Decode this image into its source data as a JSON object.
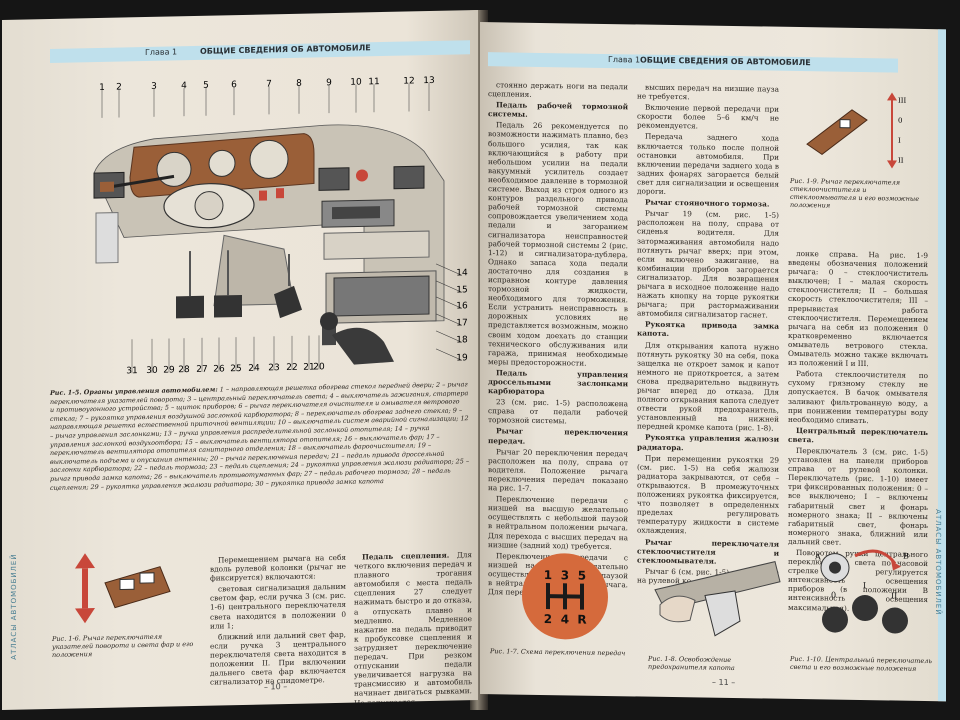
{
  "left_page": {
    "chapter": "Глава 1",
    "chapter_title": "ОБЩИЕ СВЕДЕНИЯ ОБ АВТОМОБИЛЕ",
    "callouts_top": [
      "1",
      "2",
      "3",
      "4",
      "5",
      "6",
      "7",
      "8",
      "9",
      "10",
      "11",
      "12",
      "13"
    ],
    "callouts_right": [
      "14",
      "15",
      "16",
      "17",
      "18",
      "19"
    ],
    "callouts_bottom": [
      "31",
      "30",
      "29",
      "28",
      "27",
      "26",
      "25",
      "24",
      "23",
      "22",
      "21",
      "20"
    ],
    "fig5_title": "Рис. 1-5. Органы управления автомобилем:",
    "fig5_text": "1 – направляющая решетка обогрева стекол передней двери; 2 – рычаг переключателя указателей поворота; 3 – центральный переключатель света; 4 – выключатель зажигания, стартера и противоугонного устройства; 5 – щиток приборов; 6 – рычаг переключателя очистителя и омывателя ветрового стекла; 7 – рукоятка управления воздушной заслонкой карбюратора; 8 – переключатель обогрева заднего стекла; 9 – направляющая решетка естественной приточной вентиляции; 10 – выключатель систем аварийной сигнализации; 12 – рычаг управления заслонками; 13 – ручка управления распределительной заслонкой отопителя; 14 – ручка управления заслонкой воздухоотбора; 15 – выключатель вентилятора отопителя; 16 – выключатель фар; 17 – переключатель вентилятора отопителя санитарного отделения; 18 – выключатель фароочистителя; 19 – выключатель подъема и опускания антенны; 20 – рычаг переключения передач; 21 – педаль привода дроссельной заслонки карбюратора; 22 – педаль тормоза; 23 – педаль сцепления; 24 – рукоятка управления жалюзи радиатора; 25 – рычаг привода замка капота; 26 – выключатель противотуманных фар; 27 – педаль рабочего тормоза; 28 – педаль сцепления; 29 – рукоятка управления жалюзи радиатора; 30 – рукоятка привода замка капота",
    "fig6_caption": "Рис. 1-6. Рычаг переключателя указателей поворота и света фар и его положения",
    "col_a": [
      "Перемещением рычага на себя вдоль рулевой колонки (рычаг не фиксируется) включаются:",
      "световая сигнализация дальним светом фар, если ручка 3 (см. рис. 1-6) центрального переключателя света находится в положении 0 или 1;",
      "ближний или дальний свет фар, если ручка 3 центрального переключателя света находится в положении II. При включении дальнего света фар включается сигнализатор на спидометре."
    ],
    "col_b_heading": "Педаль сцепления.",
    "col_b": [
      "Для четкого включения передач и плавного трогания автомобиля с места педаль сцепления 27 следует нажимать быстро и до отказа, а отпускать плавно и медленно. Медленное нажатие на педаль приводит к пробуксовке сцепления и затрудняет переключение передач. При резком отпускании педали увеличивается нагрузка на трансмиссию и автомобиль начинает двигаться рывками. Не допускается"
    ],
    "page_number": "– 10 –",
    "side_text": "АТЛАСЫ АВТОМОБИЛЕЙ"
  },
  "right_page": {
    "chapter": "Глава 1",
    "chapter_title": "ОБЩИЕ СВЕДЕНИЯ ОБ АВТОМОБИЛЕ",
    "col1": [
      {
        "t": "p",
        "x": "стоянно держать ноги на педали сцепления."
      },
      {
        "t": "h",
        "x": "Педаль рабочей тормозной системы."
      },
      {
        "t": "p",
        "x": "Педаль 26 рекомендуется по возможности нажимать плавно, без большого усилия, так как включающийся в работу при небольшом усилии на педали вакуумный усилитель создает необходимое давление в тормозной системе. Выход из строя одного из контуров раздельного привода рабочей тормозной системы сопровождается увеличением хода педали и загоранием сигнализатора неисправностей рабочей тормозной системы 2 (рис. 1-12) и сигнализатора-дублера. Однако запаса хода педали достаточно для создания в исправном контуре давления тормозной жидкости, необходимого для торможения. Если устранить неисправность в дорожных условиях не представляется возможным, можно своим ходом доехать до станции технического обслуживания или гаража, принимая необходимые меры предосторожности."
      },
      {
        "t": "h",
        "x": "Педаль управления дроссельными заслонками карбюратора"
      },
      {
        "t": "p",
        "x": "23 (см. рис. 1-5) расположена справа от педали рабочей тормозной системы."
      },
      {
        "t": "h",
        "x": "Рычаг переключения передач."
      },
      {
        "t": "p",
        "x": "Рычаг 20 переключения передач расположен на полу, справа от водителя. Положение рычага переключения передач показано на рис. 1-7."
      },
      {
        "t": "p",
        "x": "Переключение передачи с низшей на высшую желательно осуществлять с небольшой паузой в нейтральном положении рычага. Для перехода с высших передач на низшие (задний ход) требуется."
      },
      {
        "t": "p",
        "x": "Переключение передачи с низшей на высшую желательно осуществлять с небольшой паузой в нейтральном положении рычага. Для перехода с"
      }
    ],
    "col2": [
      {
        "t": "p",
        "x": "высших передач на низшие пауза не требуется."
      },
      {
        "t": "p",
        "x": "Включение первой передачи при скорости более 5–6 км/ч не рекомендуется."
      },
      {
        "t": "p",
        "x": "Передача заднего хода включается только после полной остановки автомобиля. При включении передачи заднего хода в задних фонарях загорается белый свет для сигнализации и освещения дороги."
      },
      {
        "t": "h",
        "x": "Рычаг стояночного тормоза."
      },
      {
        "t": "p",
        "x": "Рычаг 19 (см. рис. 1-5) расположен на полу, справа от сиденья водителя. Для затормаживания автомобиля надо потянуть рычаг вверх; при этом, если включено зажигание, на комбинации приборов загорается сигнализатор. Для возвращения рычага в исходное положение надо нажать кнопку на торце рукоятки рычага; при растормаживании автомобиля сигнализатор гаснет."
      },
      {
        "t": "h",
        "x": "Рукоятка привода замка капота."
      },
      {
        "t": "p",
        "x": "Для открывания капота нужно потянуть рукоятку 30 на себя, пока защелка не откроет замок и капот немного не приоткроется, а затем снова предварительно выдвинуть рычаг вперед до отказа. Для полного открывания капота следует отвести рукой предохранитель, установленный на нижней передней кромке капота (рис. 1-8)."
      },
      {
        "t": "h",
        "x": "Рукоятка управления жалюзи радиатора."
      },
      {
        "t": "p",
        "x": "При перемещении рукоятки 29 (см. рис. 1-5) на себя жалюзи радиатора закрываются, от себя – открываются. В промежуточных положениях рукоятка фиксируется, что позволяет в определенных пределах регулировать температуру жидкости в системе охлаждения."
      },
      {
        "t": "h",
        "x": "Рычаг переключателя стеклоочистителя и стеклоомывателя."
      },
      {
        "t": "p",
        "x": "Рычаг 6 (см. рис. 1-5) расположен на рулевой ко-"
      }
    ],
    "col3": [
      {
        "t": "p",
        "x": "лонке справа. На рис. 1-9 введены обозначения положений рычага: 0 – стеклоочиститель выключен; I – малая скорость стеклоочистителя; II – большая скорость стеклоочистителя; III – прерывистая работа стеклоочистителя. Перемещением рычага на себя из положения 0 кратковременно включается омыватель ветрового стекла. Омыватель можно также включать из положений I и III."
      },
      {
        "t": "p",
        "x": "Работа стеклоочистителя по сухому грязному стеклу не допускается. В бачок омывателя заливают фильтрованную воду, а при понижении температуры воду необходимо сливать."
      },
      {
        "t": "h",
        "x": "Центральный переключатель света."
      },
      {
        "t": "p",
        "x": "Переключатель 3 (см. рис. 1-5) установлен на панели приборов справа от рулевой колонки. Переключатель (рис. 1-10) имеет три фиксированных положения: 0 – все выключено; I – включены габаритный свет и фонарь номерного знака; II – включены габаритный свет, фонарь номерного знака, ближний или дальний свет."
      },
      {
        "t": "p",
        "x": "Поворотом ручки центрального переключателя света по часовой стрелке регулируется интенсивность освещения приборов (в положении B интенсивность освещения максимальная)."
      }
    ],
    "fig7_caption": "Рис. 1-7. Схема переключения передач",
    "fig8_caption": "Рис. 1-8. Освобождение предохранителя капота",
    "fig9_caption": "Рис. 1-9. Рычаг переключателя стеклоочистителя и стеклоомывателя и его возможные положения",
    "fig10_caption": "Рис. 1-10. Центральный переключатель света и его возможные положения",
    "gear_labels": [
      "1",
      "3",
      "5",
      "2",
      "4",
      "R"
    ],
    "fig9_positions": [
      "III",
      "0",
      "I",
      "II"
    ],
    "fig10_labels": [
      "A",
      "B",
      "0",
      "I",
      "II"
    ],
    "page_number": "– 11 –",
    "side_text": "АТЛАСЫ АВТОМОБИЛЕЙ"
  },
  "colors": {
    "accent_strip": "#bfe0ec",
    "gear_circle": "#d56a3c",
    "paper": "#ebe5da"
  }
}
